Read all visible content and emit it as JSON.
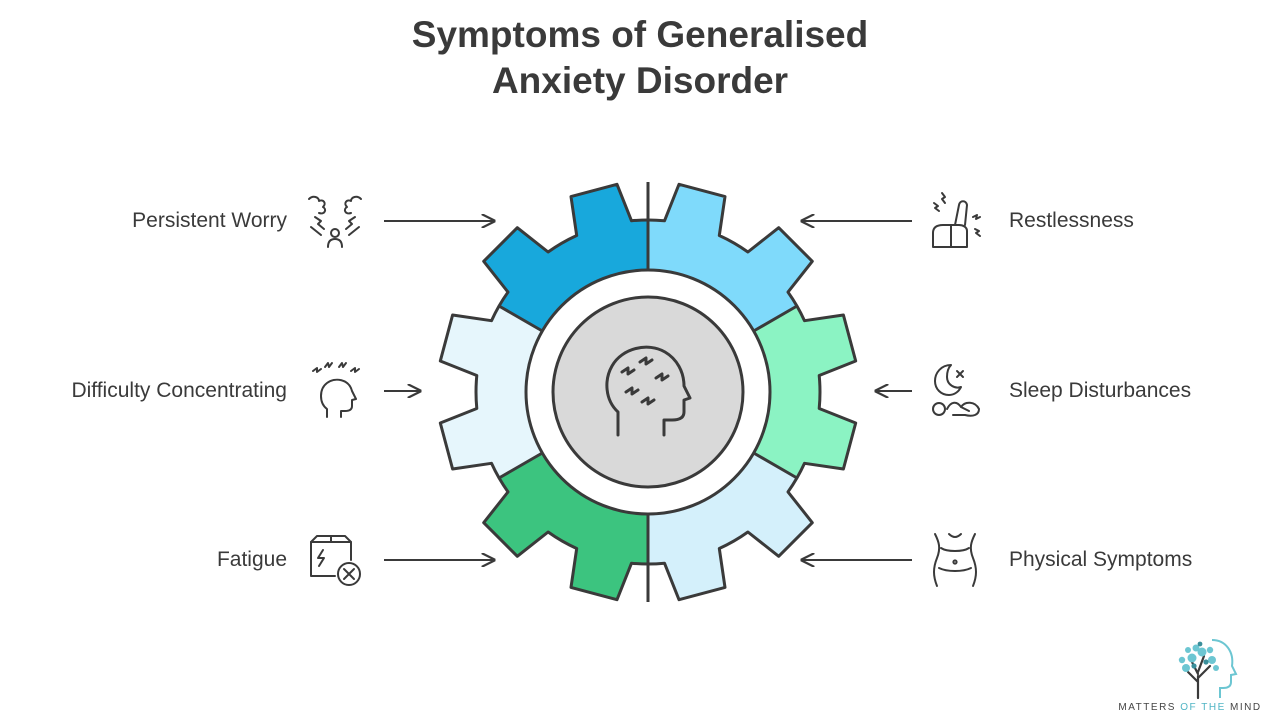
{
  "title": {
    "line1": "Symptoms of Generalised",
    "line2": "Anxiety Disorder"
  },
  "symptoms": [
    {
      "label": "Persistent Worry",
      "icon": "storm-person-icon",
      "side": "left",
      "row": 0
    },
    {
      "label": "Difficulty Concentrating",
      "icon": "head-stress-icon",
      "side": "left",
      "row": 1
    },
    {
      "label": "Fatigue",
      "icon": "battery-cross-icon",
      "side": "left",
      "row": 2
    },
    {
      "label": "Restlessness",
      "icon": "seat-restless-icon",
      "side": "right",
      "row": 0
    },
    {
      "label": "Sleep Disturbances",
      "icon": "moon-sleep-icon",
      "side": "right",
      "row": 1
    },
    {
      "label": "Physical Symptoms",
      "icon": "torso-icon",
      "side": "right",
      "row": 2
    }
  ],
  "gear": {
    "center_icon": "anxious-head-icon",
    "segment_colors": [
      "#7fdafb",
      "#8bf3c3",
      "#d4f0fb",
      "#3cc47f",
      "#e6f6fc",
      "#18a8dc"
    ],
    "stroke_color": "#3a3a3a",
    "hub_color": "#d9d9d9"
  },
  "logo": {
    "prefix": "MATTERS ",
    "highlight": "OF THE",
    "suffix": " MIND",
    "mark": "tree-head-logo"
  }
}
